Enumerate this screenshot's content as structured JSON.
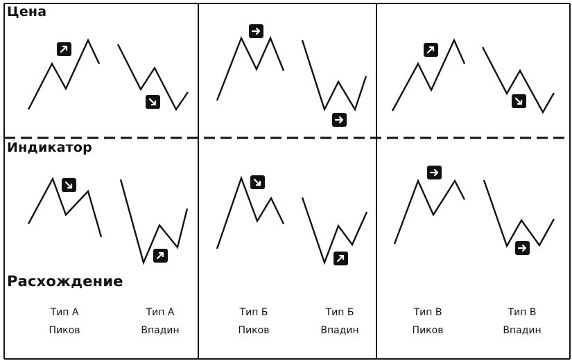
{
  "sections": {
    "price": "Цена",
    "indicator": "Индикатор",
    "divergence": "Расхождение"
  },
  "icons": {
    "up_right": "arrow-up-right-icon",
    "down_right": "arrow-down-right-icon",
    "right": "arrow-right-icon"
  },
  "colors": {
    "line": "#111111",
    "icon_bg": "#111111",
    "icon_fg": "#ffffff"
  },
  "columns": [
    {
      "id": "a",
      "peaks": {
        "type": "Тип А",
        "kind": "Пиков",
        "price_arrow": "up_right",
        "indicator_arrow": "down_right"
      },
      "troughs": {
        "type": "Тип А",
        "kind": "Впадин",
        "price_arrow": "down_right",
        "indicator_arrow": "up_right"
      }
    },
    {
      "id": "b",
      "peaks": {
        "type": "Тип Б",
        "kind": "Пиков",
        "price_arrow": "right",
        "indicator_arrow": "down_right"
      },
      "troughs": {
        "type": "Тип Б",
        "kind": "Впадин",
        "price_arrow": "right",
        "indicator_arrow": "up_right"
      }
    },
    {
      "id": "v",
      "peaks": {
        "type": "Тип В",
        "kind": "Пиков",
        "price_arrow": "up_right",
        "indicator_arrow": "right"
      },
      "troughs": {
        "type": "Тип В",
        "kind": "Впадин",
        "price_arrow": "down_right",
        "indicator_arrow": "right"
      }
    }
  ]
}
